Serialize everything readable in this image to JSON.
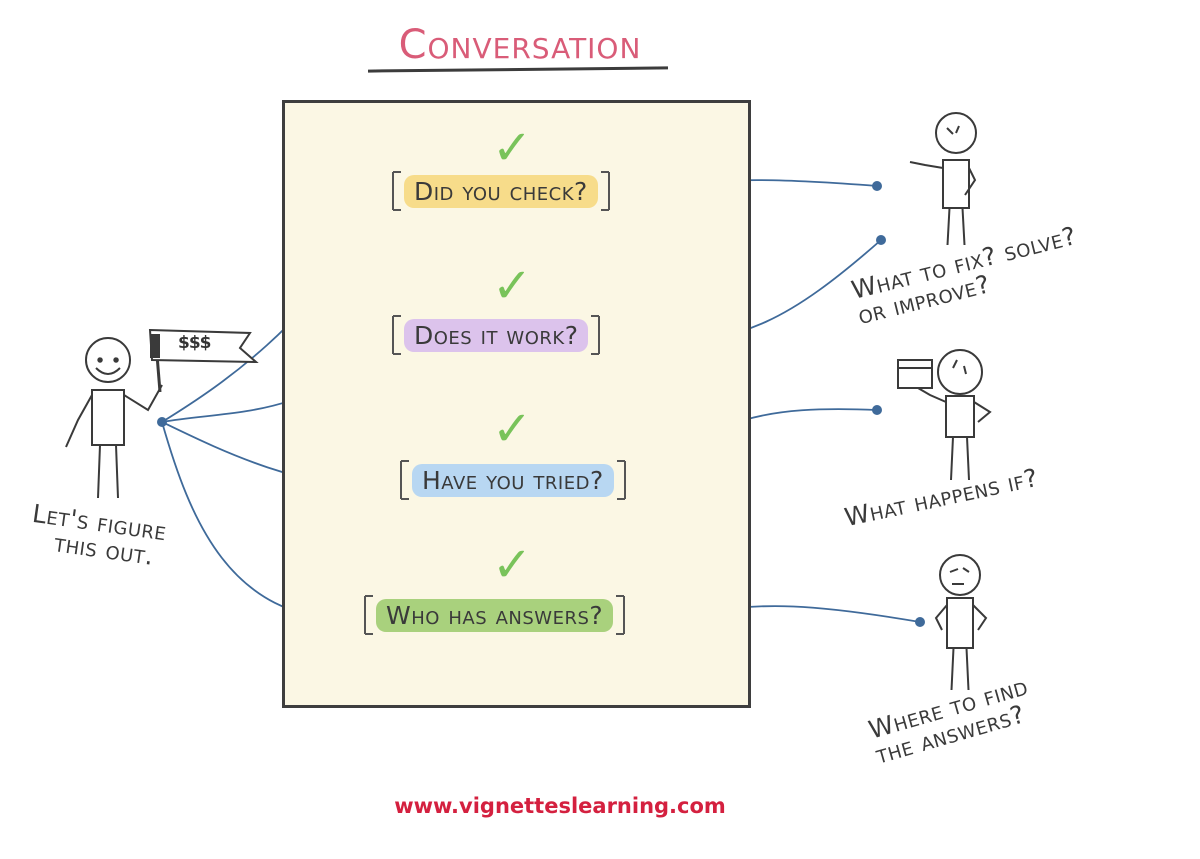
{
  "title": "Conversation",
  "flag_text": "$$$",
  "left_label": {
    "line1": "Let's figure",
    "line2": "this out."
  },
  "questions": [
    {
      "label": "Did you check?",
      "color": "#f7dc8a"
    },
    {
      "label": "Does it work?",
      "color": "#dcc3ec"
    },
    {
      "label": "Have you tried?",
      "color": "#b8d7f2"
    },
    {
      "label": "Who has answers?",
      "color": "#a9d17d"
    }
  ],
  "outcomes": [
    {
      "line1": "What to fix? solve?",
      "line2": "or improve?"
    },
    {
      "line1": "What happens if?"
    },
    {
      "line1": "Where to find",
      "line2": "the answers?"
    }
  ],
  "footer": "www.vignetteslearning.com",
  "colors": {
    "board_fill": "#fbf7e4",
    "board_border": "#3e3e3e",
    "title": "#d95c78",
    "connector": "#3f6a9a",
    "check": "#79c35a",
    "footer": "#d4203f",
    "ink": "#3a3a3a"
  },
  "icons": [
    "check-icon",
    "flag-icon",
    "stick-figure-icon",
    "laptop-icon"
  ]
}
